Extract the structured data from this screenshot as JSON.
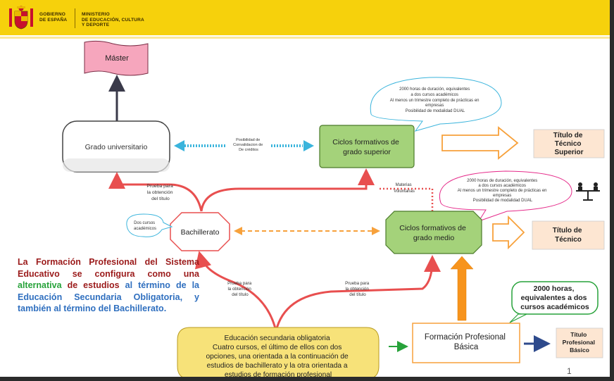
{
  "header": {
    "gov_label": "GOBIERNO\nDE ESPAÑA",
    "ministry_label": "MINISTERIO\nDE EDUCACIÓN, CULTURA\nY DEPORTE"
  },
  "nodes": {
    "master": "Máster",
    "grado_universitario": "Grado universitario",
    "ciclos_superior": [
      "Ciclos formativos de",
      "grado superior"
    ],
    "ciclos_medio": [
      "Ciclos formativos de",
      "grado medio"
    ],
    "bachillerato": "Bachillerato",
    "eso": [
      "Educación secundaria obligatoria",
      "Cuatro cursos, el último de ellos con dos",
      "opciones, una orientada a la continuación de",
      "estudios de bachillerato y la otra orientada a",
      "estudios de formación profesional"
    ],
    "fp_basica": [
      "Formación Profesional",
      "Básica"
    ]
  },
  "titles": {
    "tecnico_superior": [
      "Título de",
      "Técnico",
      "Superior"
    ],
    "tecnico": [
      "Título de",
      "Técnico"
    ],
    "profesional_basico": [
      "Título",
      "Profesional",
      "Básico"
    ]
  },
  "callouts": {
    "superior": [
      "2000 horas de duración, equivalentes",
      "a dos cursos académicos",
      "Al menos un trimestre completo de prácticas en",
      "empresas",
      "Posibilidad de modalidad DUAL"
    ],
    "medio": [
      "2000 horas de duración, equivalentes",
      "a dos cursos académicos",
      "Al menos un trimestre completo de prácticas en",
      "empresas",
      "Posibilidad de modalidad DUAL"
    ],
    "basica": [
      "2000 horas,",
      "equivalentes  a dos",
      "cursos académicos"
    ],
    "bachillerato": [
      "Dos cursos",
      "académicos"
    ]
  },
  "arrow_labels": {
    "convalidacion": [
      "Posibilidad de",
      "Convalidacion de",
      "De créditos"
    ],
    "prueba_titulo_top": [
      "Prueba para",
      "la obtención",
      "del título"
    ],
    "materias": [
      "Materias",
      "Voluntarias"
    ],
    "prueba_left": [
      "Prueba para",
      "la obtención",
      "del título"
    ],
    "prueba_right": [
      "Prueba para",
      "la obtención",
      "del título"
    ]
  },
  "intro_text": {
    "part1": "La Formación Profesional del Sistema Educativo se configura como una ",
    "highlight": "alternativa",
    "part2": " de estudios ",
    "part3": "al término de la Educación Secundaria Obligatoria, y también al término del Bachillerato."
  },
  "page_number": "1",
  "colors": {
    "header_yellow": "#f6d10c",
    "green_node": "#a4d27a",
    "eso_yellow": "#f7e279",
    "title_box": "#fde6d2",
    "arrow_red": "#e84f4f",
    "arrow_blue": "#3ab4dc",
    "arrow_orange": "#f7a13b"
  }
}
